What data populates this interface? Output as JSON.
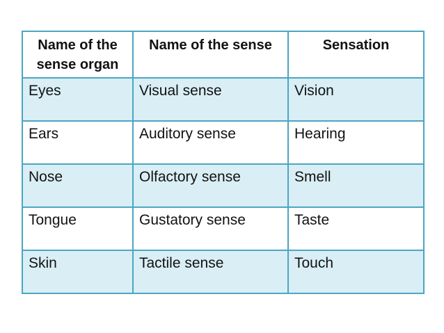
{
  "table": {
    "headers": [
      "Name  of the sense organ",
      "Name of the sense",
      "Sensation"
    ],
    "rows": [
      [
        "Eyes",
        "Visual sense",
        "Vision"
      ],
      [
        "Ears",
        "Auditory sense",
        "Hearing"
      ],
      [
        "Nose",
        "Olfactory sense",
        "Smell"
      ],
      [
        "Tongue",
        "Gustatory sense",
        "Taste"
      ],
      [
        "Skin",
        "Tactile sense",
        "Touch"
      ]
    ],
    "colors": {
      "border": "#4ba6c3",
      "band_fill": "#d9eef5",
      "header_fill": "#ffffff",
      "text": "#121212",
      "page_background": "#ffffff"
    }
  }
}
